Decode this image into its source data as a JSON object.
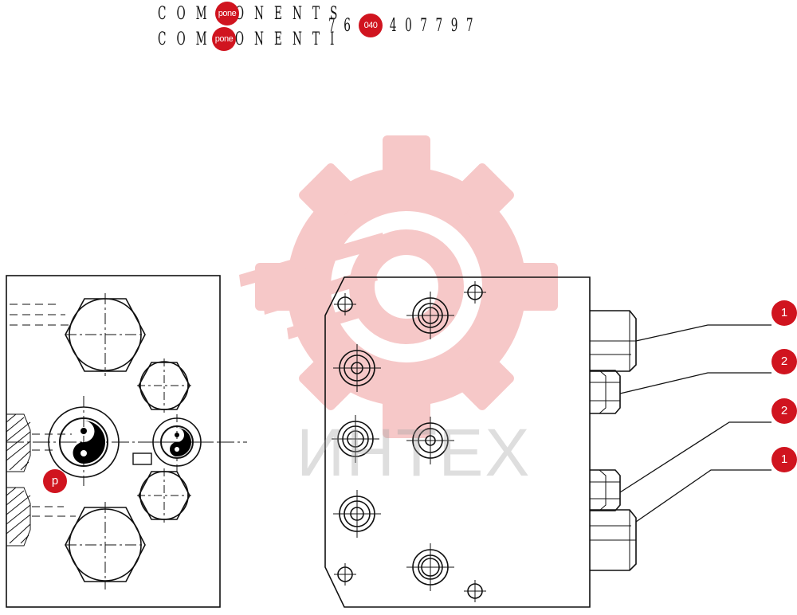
{
  "header": {
    "line1": "C O M P O N E N T S",
    "line2": "C O M P O N E N T I",
    "part_number": "7 6 0 0 4 0 7 7 9 7",
    "badge_text_1": "pone",
    "badge_text_2": "pone",
    "badge_text_3": "040"
  },
  "callouts": {
    "c1_top": "1",
    "c2_top": "2",
    "c2_bottom": "2",
    "c1_bottom": "1",
    "port_p": "p"
  },
  "watermark": {
    "text": "ИНТЕХ",
    "color": "#f4b9b9"
  },
  "colors": {
    "accent": "#d0141f",
    "line": "#111111"
  }
}
